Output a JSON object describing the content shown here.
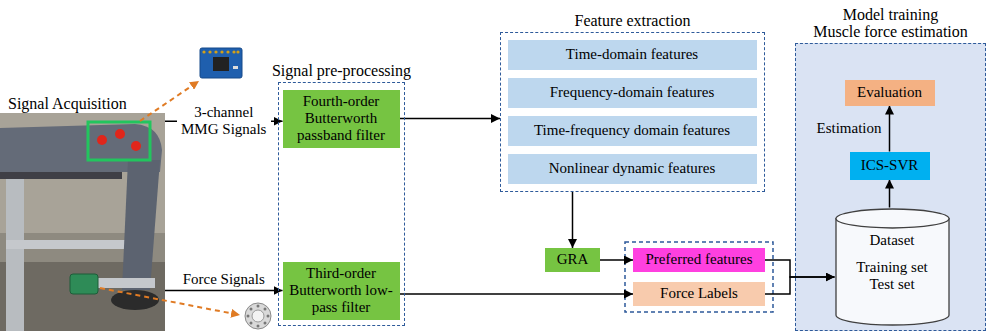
{
  "diagram": {
    "nodes": [
      {
        "text": [
          "Signal Acquisition"
        ]
      },
      {
        "text": [
          "Signal pre-processing"
        ]
      },
      {
        "text": [
          "Fourth-order Butterworth passband filter"
        ],
        "in": 1
      },
      {
        "text": [
          "Third-order Butterworth low-pass filter"
        ],
        "in": 1
      },
      {
        "text": [
          "Feature extraction"
        ]
      },
      {
        "text": [
          "Time-domain features"
        ],
        "in": 4
      },
      {
        "text": [
          "Frequency-domain features"
        ],
        "in": 4
      },
      {
        "text": [
          "Time-frequency domain features"
        ],
        "in": 4
      },
      {
        "text": [
          "Nonlinear dynamic features"
        ],
        "in": 4
      },
      {
        "text": [
          "GRA"
        ]
      },
      {
        "text": [
          "Preferred features"
        ]
      },
      {
        "text": [
          "Force Labels"
        ]
      },
      {
        "text": [
          "Model training",
          "Muscle force estimation"
        ]
      },
      {
        "text": [
          "Evaluation"
        ],
        "in": 12
      },
      {
        "text": [
          "ICS-SVR"
        ],
        "in": 12
      },
      {
        "text": [
          "Dataset",
          "Training set Test set"
        ],
        "in": 12
      }
    ],
    "edges": [
      {
        "from": 0,
        "to": 2,
        "label": "3-channel MMG Signals",
        "arrow": "to"
      },
      {
        "from": 0,
        "to": 3,
        "label": "Force Signals",
        "arrow": "to"
      },
      {
        "from": 2,
        "to": 4,
        "arrow": "to"
      },
      {
        "from": 4,
        "to": 9,
        "arrow": "to"
      },
      {
        "from": 9,
        "to": 10,
        "arrow": "to"
      },
      {
        "from": 3,
        "to": 11,
        "arrow": "to"
      },
      {
        "from": 10,
        "to": 15,
        "arrow": "to"
      },
      {
        "from": 11,
        "to": 15,
        "arrow": "to"
      },
      {
        "from": 15,
        "to": 14,
        "arrow": "to"
      },
      {
        "from": 14,
        "to": 13,
        "label": "Estimation",
        "arrow": "to"
      }
    ]
  }
}
